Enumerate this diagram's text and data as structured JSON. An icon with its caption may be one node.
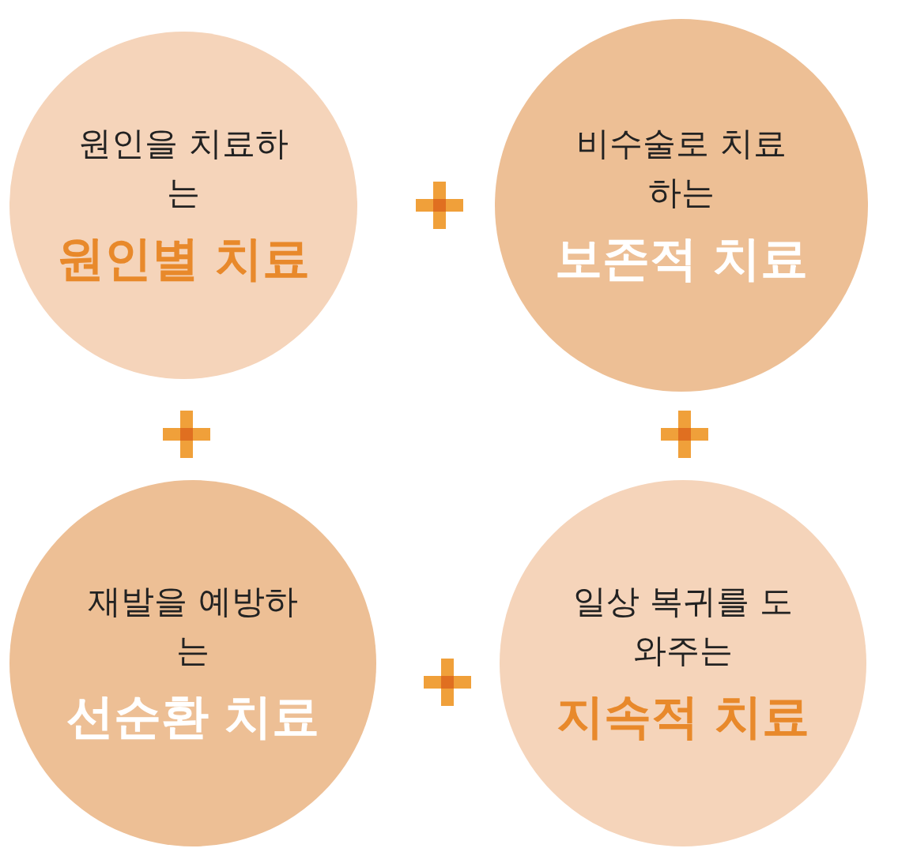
{
  "diagram": {
    "nodes": [
      {
        "text": [
          "원인을 치료하는",
          "원인별 치료"
        ]
      },
      {
        "text": [
          "비수술로 치료하는",
          "보존적 치료"
        ]
      },
      {
        "text": [
          "재발을 예방하는",
          "선순환 치료"
        ]
      },
      {
        "text": [
          "일상 복귀를 도와주는",
          "지속적 치료"
        ]
      }
    ]
  }
}
